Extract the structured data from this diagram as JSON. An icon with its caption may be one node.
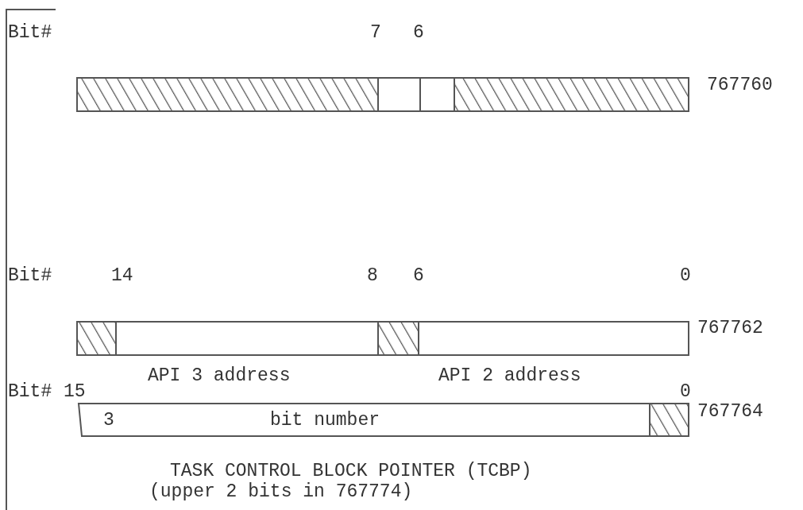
{
  "diagram": {
    "labels": [
      "Bit#",
      "7",
      "6",
      "767760",
      "Bit#",
      "14",
      "8",
      "6",
      "0",
      "767762",
      "API 3 address",
      "API 2 address",
      "Bit#",
      "15",
      "0",
      "3",
      "bit number",
      "767764",
      "TASK CONTROL BLOCK POINTER (TCBP)",
      "(upper 2 bits in 767774)"
    ]
  }
}
